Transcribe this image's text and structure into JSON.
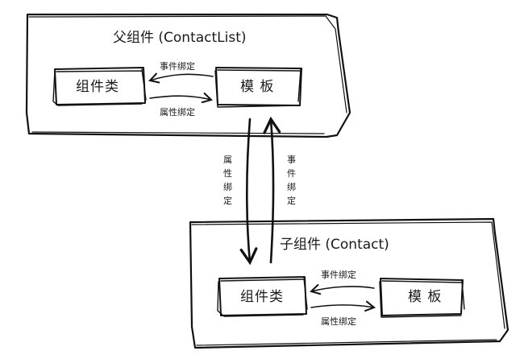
{
  "parent": {
    "title": "父组件 (ContactList)",
    "component_label": "组件类",
    "template_label": "模 板",
    "event_binding": "事件绑定",
    "property_binding": "属性绑定"
  },
  "cross": {
    "property_binding": [
      "属",
      "性",
      "绑",
      "定"
    ],
    "event_binding": [
      "事",
      "件",
      "绑",
      "定"
    ]
  },
  "child": {
    "title": "子组件 (Contact)",
    "component_label": "组件类",
    "template_label": "模 板",
    "event_binding": "事件绑定",
    "property_binding": "属性绑定"
  }
}
